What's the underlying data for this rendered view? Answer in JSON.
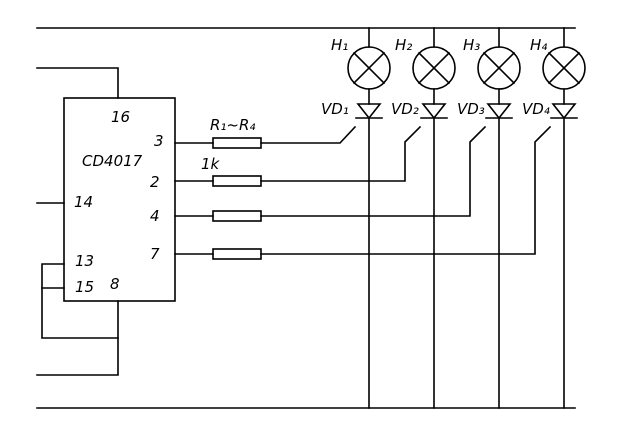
{
  "ic": {
    "name": "CD4017",
    "pins": {
      "p16": "16",
      "p3": "3",
      "p2": "2",
      "p14": "14",
      "p4": "4",
      "p7": "7",
      "p13": "13",
      "p15": "15",
      "p8": "8"
    }
  },
  "resistors": {
    "range_label": "R₁~R₄",
    "value_label": "1k"
  },
  "lamps": [
    "H₁",
    "H₂",
    "H₃",
    "H₄"
  ],
  "diodes": [
    "VD₁",
    "VD₂",
    "VD₃",
    "VD₄"
  ]
}
